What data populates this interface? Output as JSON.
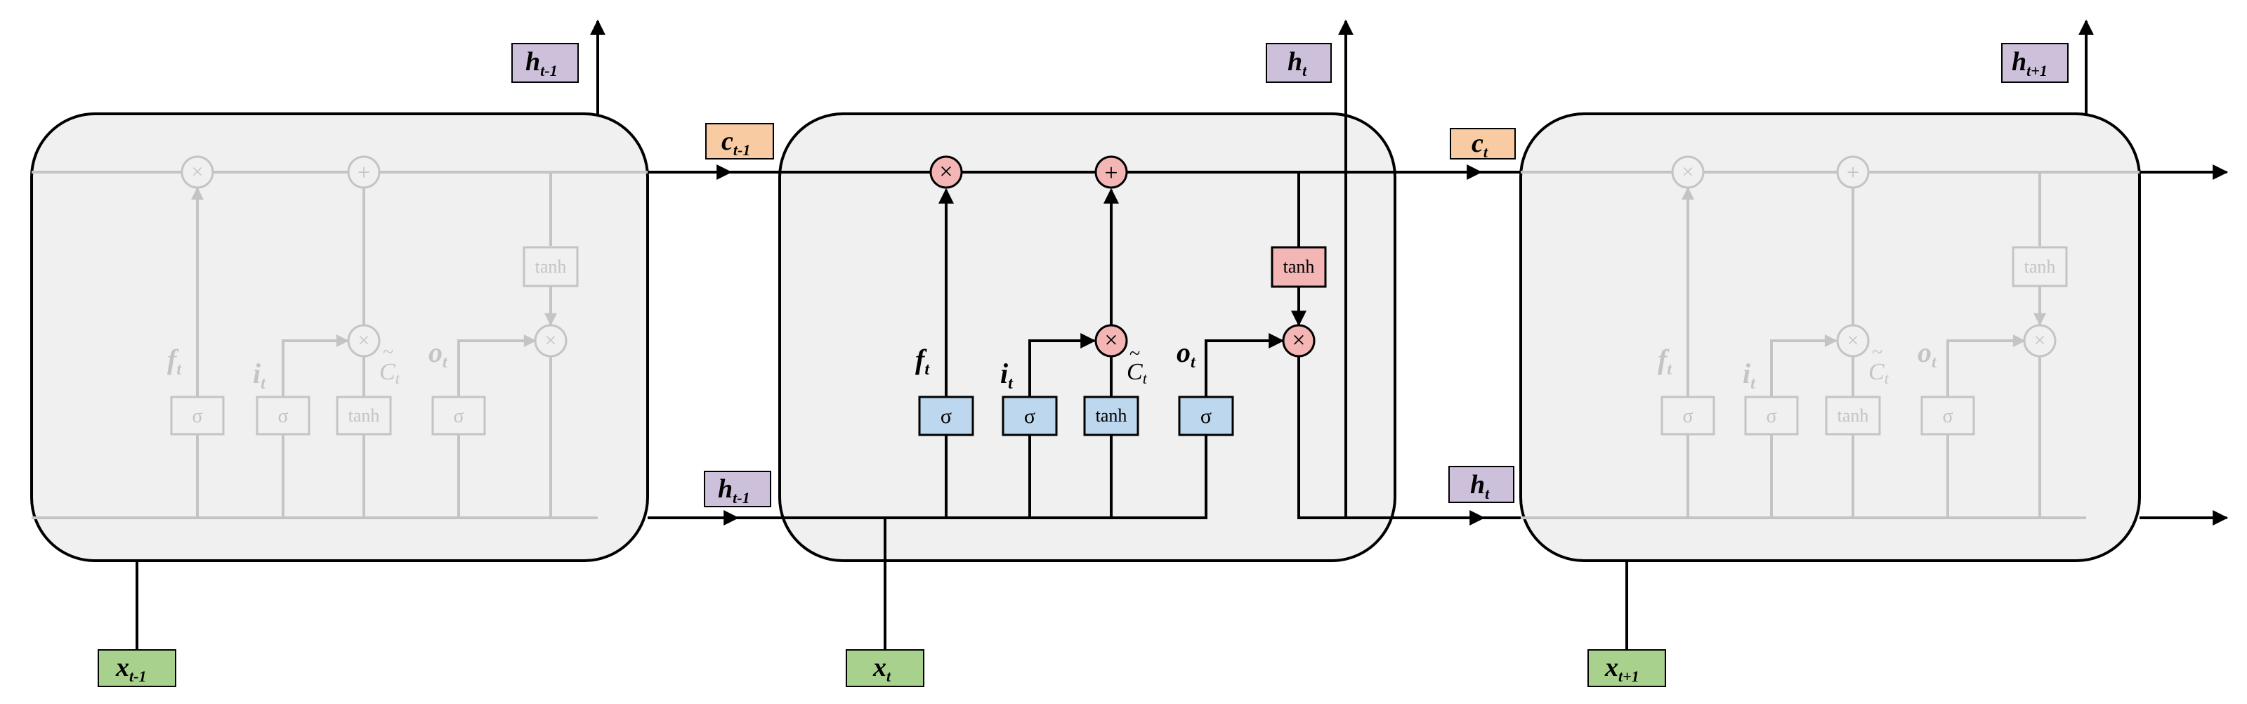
{
  "colors": {
    "cell_fill": "#f0f0f0",
    "sigmoid_fill": "#bdd7ee",
    "tanh_fill": "#f4b5b5",
    "op_fill": "#f4b5b5",
    "x_label_fill": "#a9d18e",
    "h_label_fill": "#ccc0da",
    "c_label_fill": "#f8cba3",
    "ink": "#000000",
    "faded_ink": "#c4c4c4"
  },
  "cells": {
    "prev": {
      "input": {
        "base": "x",
        "sub": "t-1"
      },
      "output": {
        "base": "h",
        "sub": "t-1"
      }
    },
    "curr": {
      "input": {
        "base": "x",
        "sub": "t"
      },
      "output": {
        "base": "h",
        "sub": "t"
      }
    },
    "next": {
      "input": {
        "base": "x",
        "sub": "t+1"
      },
      "output": {
        "base": "h",
        "sub": "t+1"
      }
    }
  },
  "states": {
    "c_prev": {
      "base": "c",
      "sub": "t-1"
    },
    "c_curr": {
      "base": "c",
      "sub": "t"
    },
    "h_prev": {
      "base": "h",
      "sub": "t-1"
    },
    "h_curr": {
      "base": "h",
      "sub": "t"
    }
  },
  "gates": {
    "sigma": "σ",
    "tanh": "tanh",
    "times": "×",
    "plus": "+",
    "f": {
      "base": "f",
      "sub": "t"
    },
    "i": {
      "base": "i",
      "sub": "t"
    },
    "o": {
      "base": "o",
      "sub": "t"
    },
    "c_tilde": {
      "base": "C",
      "sub": "t"
    }
  }
}
